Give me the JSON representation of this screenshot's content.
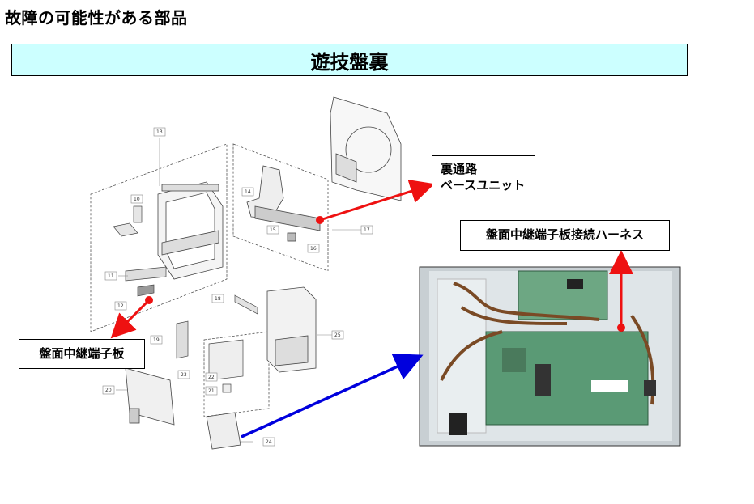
{
  "page": {
    "title": "故障の可能性がある部品"
  },
  "banner": {
    "text": "遊技盤裏"
  },
  "callouts": {
    "ura": {
      "line1": "裏通路",
      "line2": "ベースユニット"
    },
    "harness": {
      "text": "盤面中継端子板接続ハーネス"
    },
    "board": {
      "text": "盤面中継端子板"
    }
  },
  "part_numbers": [
    "10",
    "11",
    "12",
    "13",
    "14",
    "15",
    "16",
    "17",
    "18",
    "19",
    "20",
    "21",
    "22",
    "23",
    "24",
    "25"
  ],
  "colors": {
    "banner_bg": "#ccffff",
    "red_arrow": "#ee1111",
    "blue_arrow": "#0000dd"
  }
}
